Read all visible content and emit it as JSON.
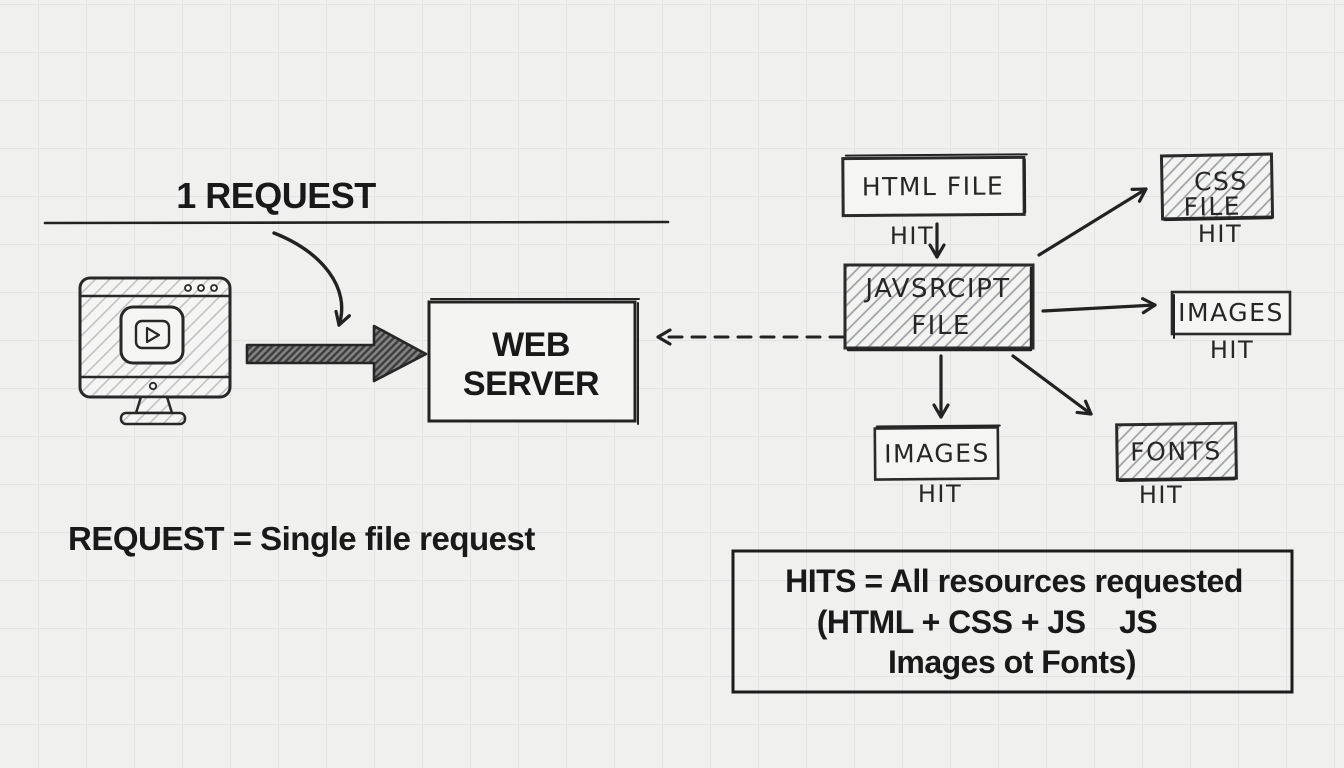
{
  "left": {
    "heading": "1 REQUEST",
    "server": {
      "line1": "WEB",
      "line2": "SERVER"
    },
    "caption": "REQUEST = Single file request"
  },
  "nodes": {
    "html": {
      "label": "HTML FILE",
      "hit": "HIT"
    },
    "js": {
      "line1": "JAVSRCIPT",
      "line2": "FILE"
    },
    "css": {
      "line1": "CSS",
      "line2": "FILE",
      "hit": "HIT"
    },
    "images_right": {
      "label": "IMAGES",
      "hit": "HIT"
    },
    "images_bottom": {
      "label": "IMAGES",
      "hit": "HIT"
    },
    "fonts": {
      "label": "FONTS",
      "hit": "HIT"
    }
  },
  "hits_caption": {
    "line1": "HITS = All resources requested",
    "line2": "(HTML + CSS + JS    JS",
    "line3": "Images ot Fonts)"
  },
  "icons": {
    "browser": "browser-video-player-icon",
    "request_arrow": "thick-request-arrow",
    "curved_arrow": "curved-request-arrow",
    "dashed_arrow": "dashed-response-arrow"
  },
  "colors": {
    "paper": "#f0f1ef",
    "grid": "#e2e5e5",
    "ink": "#222222",
    "pencil_light": "#bcc0c1",
    "pencil_med": "#989da0",
    "scribble_bg": "#848484"
  }
}
